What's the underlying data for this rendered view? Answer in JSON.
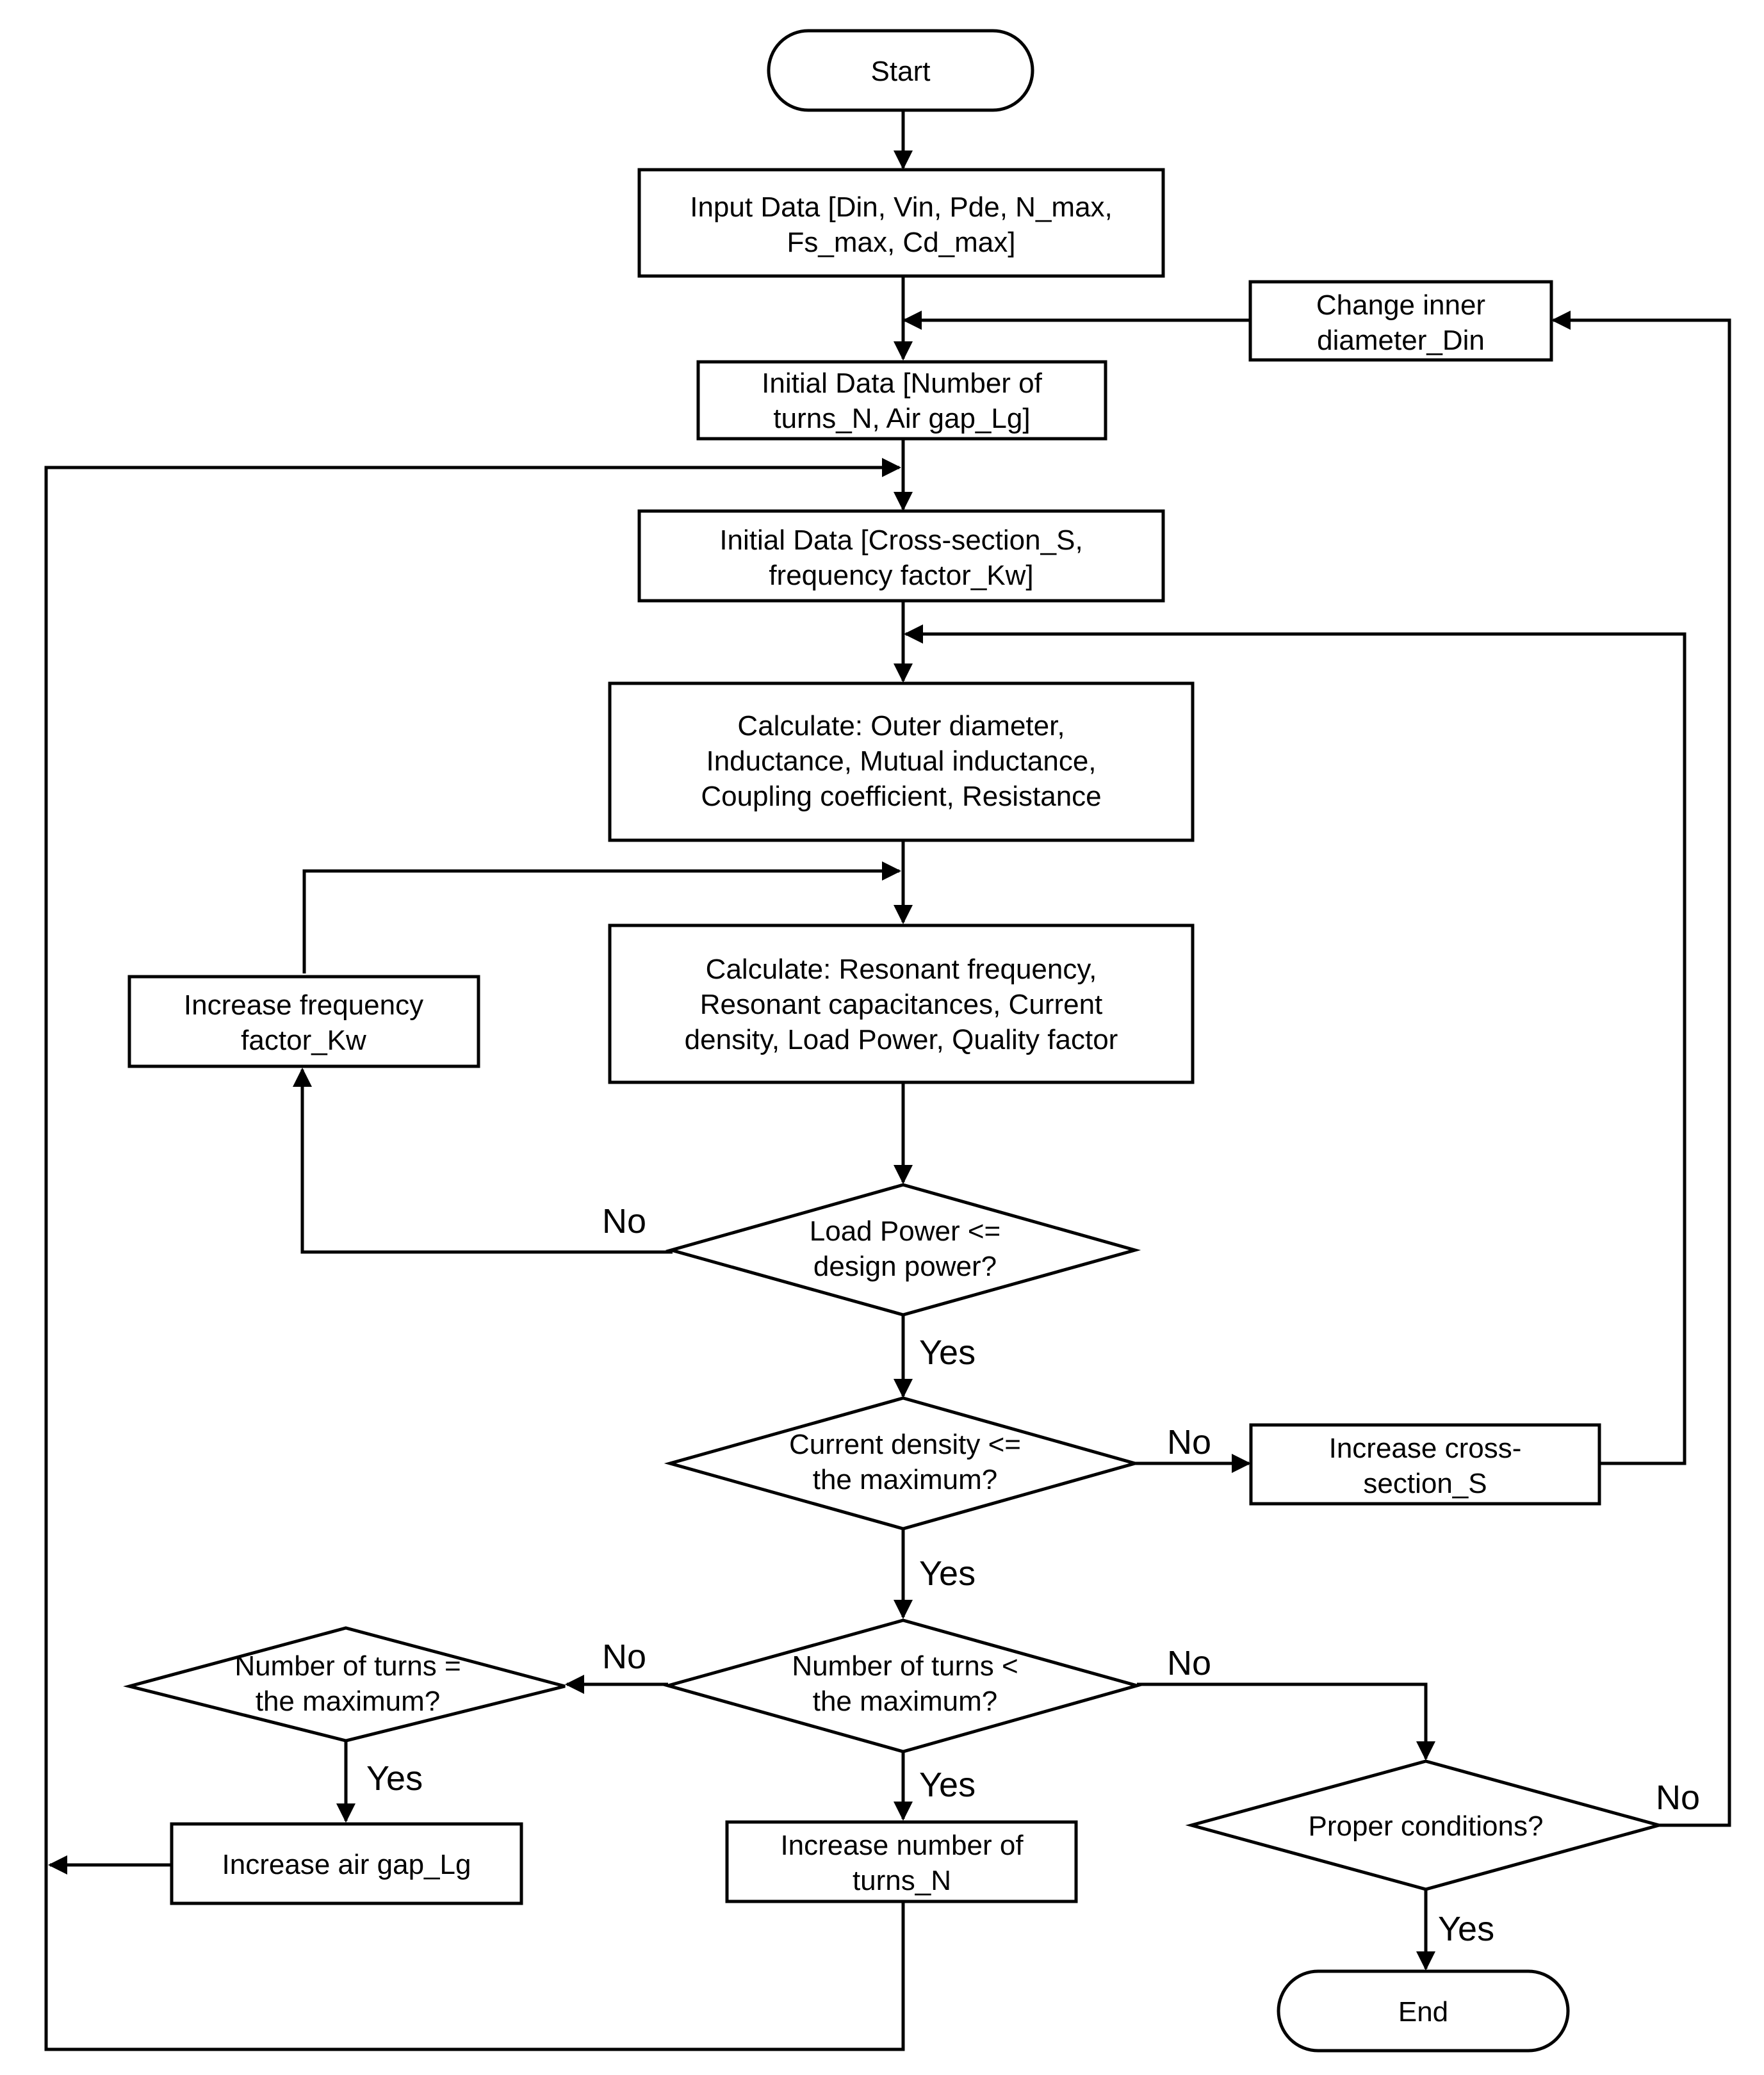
{
  "nodes": {
    "start": {
      "label": "Start"
    },
    "input": {
      "line1": "Input Data [Din, Vin, Pde, N_max,",
      "line2": "Fs_max, Cd_max]"
    },
    "change_din": {
      "line1": "Change inner",
      "line2": "diameter_Din"
    },
    "init_n_lg": {
      "line1": "Initial Data [Number of",
      "line2": "turns_N, Air gap_Lg]"
    },
    "init_s_kw": {
      "line1": "Initial Data [Cross-section_S,",
      "line2": "frequency factor_Kw]"
    },
    "calc1": {
      "line1": "Calculate: Outer diameter,",
      "line2": "Inductance, Mutual inductance,",
      "line3": "Coupling coefficient, Resistance"
    },
    "calc2": {
      "line1": "Calculate: Resonant frequency,",
      "line2": "Resonant capacitances, Current",
      "line3": "density, Load Power, Quality factor"
    },
    "inc_kw": {
      "line1": "Increase frequency",
      "line2": "factor_Kw"
    },
    "dec_power": {
      "line1": "Load Power <=",
      "line2": "design power?"
    },
    "dec_current": {
      "line1": "Current density <=",
      "line2": "the maximum?"
    },
    "inc_s": {
      "line1": "Increase cross-",
      "line2": "section_S"
    },
    "dec_turns_less": {
      "line1": "Number of turns <",
      "line2": "the maximum?"
    },
    "dec_turns_eq": {
      "line1": "Number of turns =",
      "line2": "the maximum?"
    },
    "inc_lg": {
      "label": "Increase air gap_Lg"
    },
    "inc_n": {
      "line1": "Increase number of",
      "line2": "turns_N"
    },
    "dec_proper": {
      "label": "Proper conditions?"
    },
    "end": {
      "label": "End"
    }
  },
  "edge_labels": {
    "power_no": "No",
    "power_yes": "Yes",
    "current_no": "No",
    "current_yes": "Yes",
    "turns_less_no_left": "No",
    "turns_less_no_right": "No",
    "turns_less_yes": "Yes",
    "turns_eq_yes": "Yes",
    "proper_no": "No",
    "proper_yes": "Yes"
  }
}
